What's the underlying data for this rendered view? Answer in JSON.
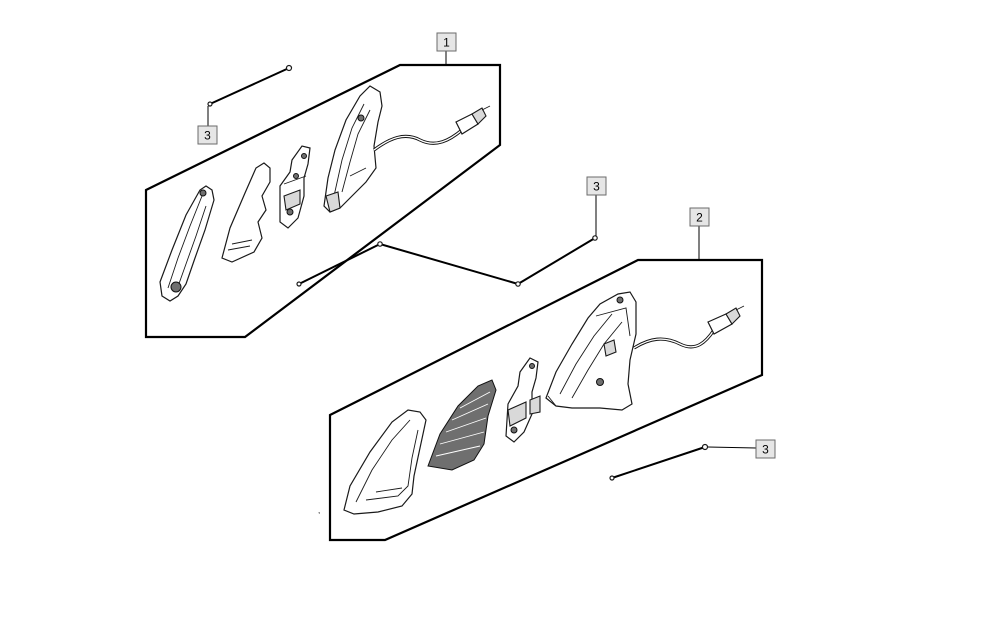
{
  "callouts": {
    "c1": "1",
    "c2": "2",
    "c3a": "3",
    "c3b": "3",
    "c3c": "3"
  }
}
